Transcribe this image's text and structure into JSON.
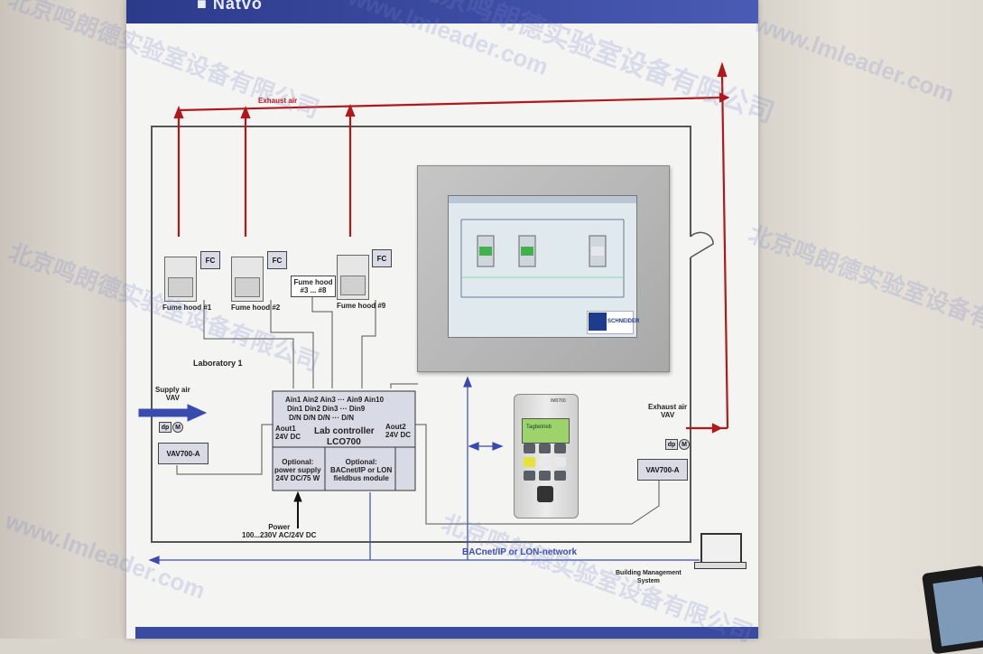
{
  "board": {
    "title": "■ Natvo"
  },
  "diagram": {
    "exhaust_air_top": "Exhaust air",
    "fume_hood_1": "Fume hood #1",
    "fume_hood_2": "Fume hood #2",
    "fume_hood_9": "Fume hood #9",
    "fume_hood_middle": "Fume hood\n#3 ... #8",
    "fc_label": "FC",
    "laboratory": "Laboratory 1",
    "supply_air": "Supply air\nVAV",
    "exhaust_air_vav": "Exhaust air\nVAV",
    "vav_left": "VAV700-A",
    "vav_right": "VAV700-A",
    "dp": "dp",
    "m": "M",
    "controller": {
      "inputs_row1": "Ain1  Ain2  Ain3  ···  Ain9  Ain10",
      "inputs_row2": "Din1  Din2  Din3  ···  Din9",
      "inputs_row3": "D/N    D/N    D/N   ···  D/N",
      "aout1": "Aout1\n24V DC",
      "aout2": "Aout2\n24V DC",
      "name": "Lab controller",
      "model": "LCO700",
      "opt_power": "Optional:\npower supply\n24V DC/75 W",
      "opt_bacnet": "Optional:\nBACnet/IP or LON\nfieldbus module"
    },
    "power": "Power\n100...230V AC/24V DC",
    "network": "BACnet/IP or LON-network",
    "bms": "Building Management\nSystem"
  },
  "screen": {
    "brand": "SCHNEIDER"
  },
  "device": {
    "model": "IM0700",
    "lcd_text": "Tagbetrieb"
  },
  "watermarks": {
    "url": "www.lmleader.com",
    "cn": "北京鸣朗德实验室设备有限公司"
  }
}
